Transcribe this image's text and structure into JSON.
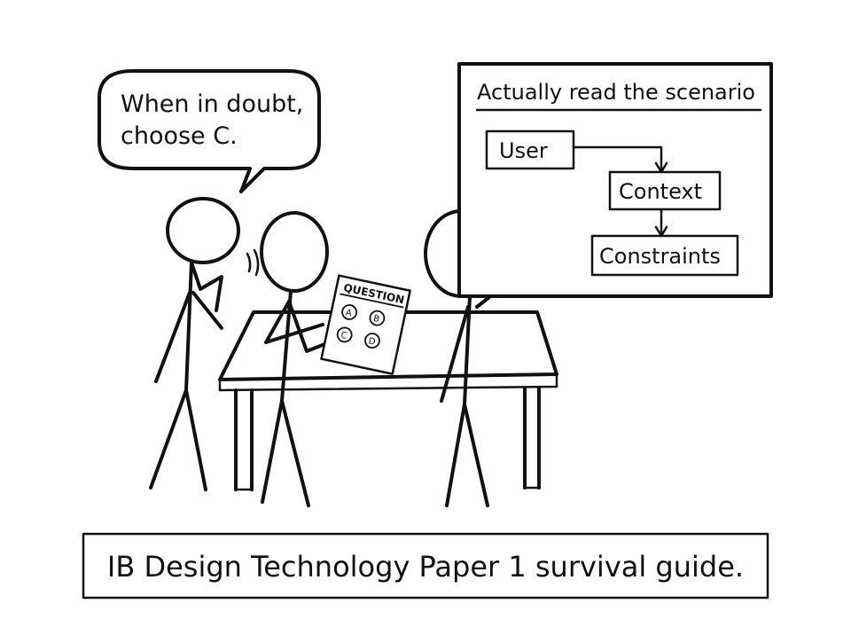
{
  "speech_bubble": {
    "line1": "When in doubt,",
    "line2": "choose C."
  },
  "whiteboard": {
    "title": "Actually read the scenario",
    "boxes": {
      "user": "User",
      "context": "Context",
      "constraints": "Constraints"
    }
  },
  "answer_sheet": {
    "title": "QUESTION",
    "options": {
      "a": "A",
      "b": "B",
      "c": "C",
      "d": "D"
    }
  },
  "caption": {
    "text": "IB Design Technology Paper 1 survival guide."
  }
}
